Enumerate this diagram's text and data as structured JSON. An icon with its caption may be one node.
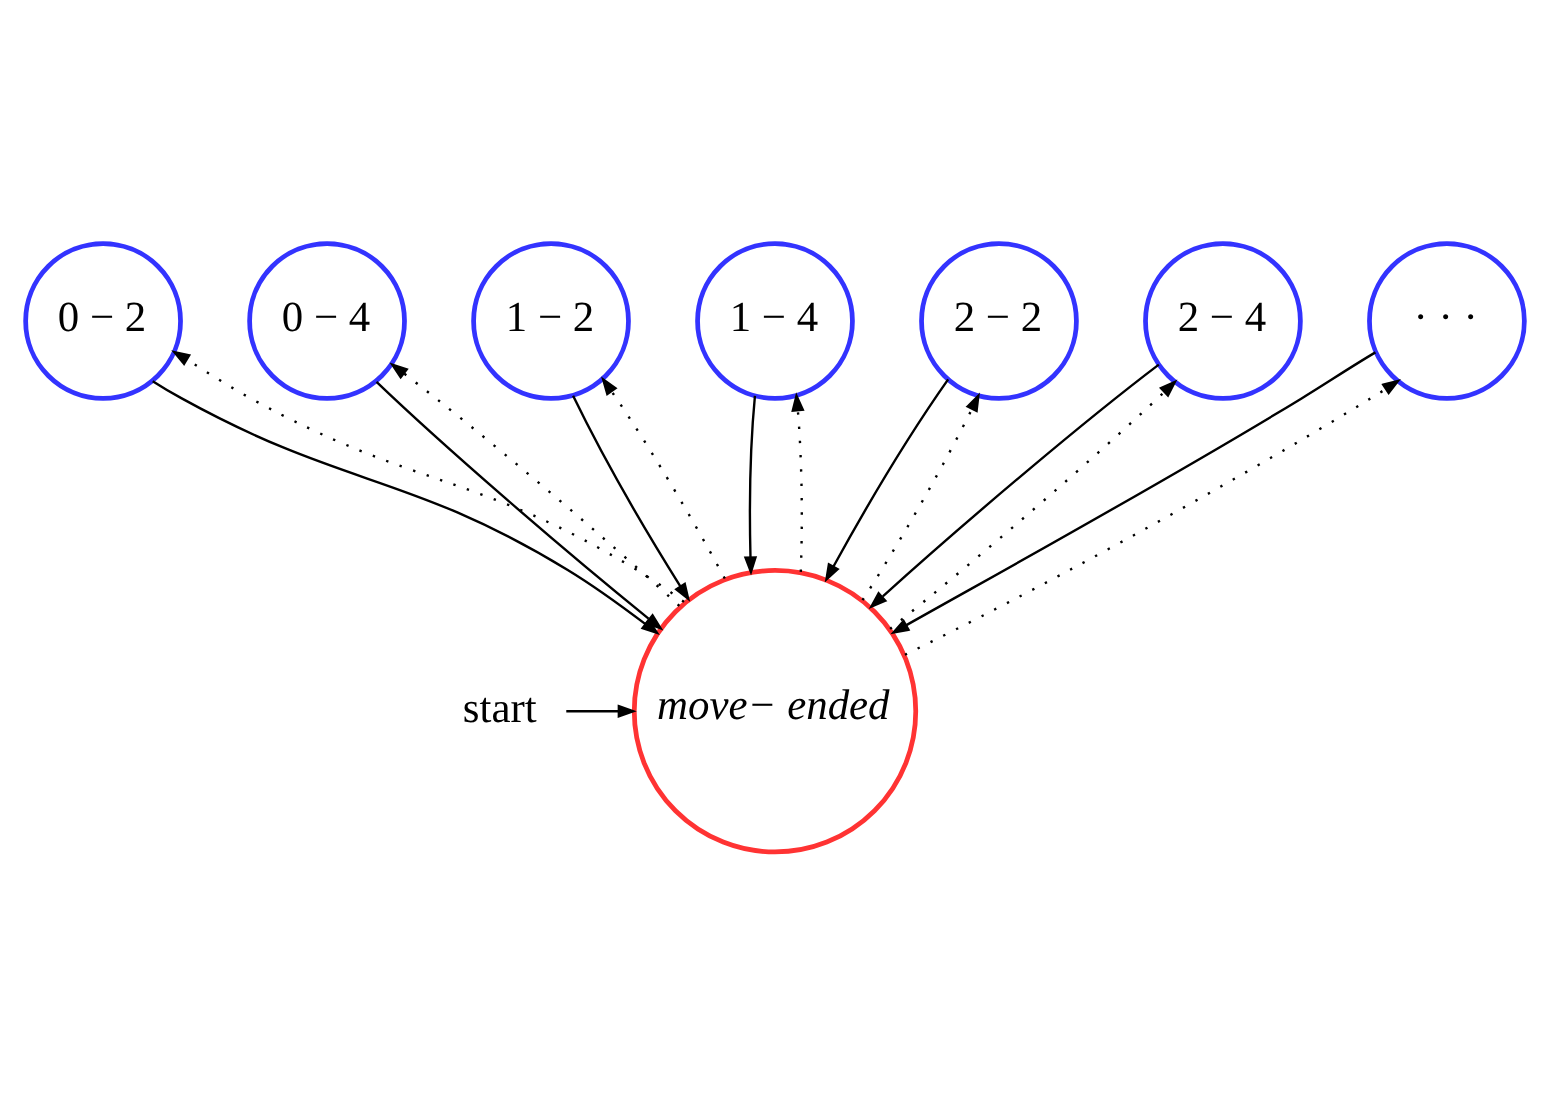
{
  "diagram": {
    "nodes": [
      {
        "text": [
          "move− ended"
        ]
      },
      {
        "text": [
          "0 − 2"
        ]
      },
      {
        "text": [
          "0 − 4"
        ]
      },
      {
        "text": [
          "1 − 2"
        ]
      },
      {
        "text": [
          "1 − 4"
        ]
      },
      {
        "text": [
          "2 − 2"
        ]
      },
      {
        "text": [
          "2 − 4"
        ]
      },
      {
        "text": [
          "· · ·"
        ]
      },
      {
        "text": [
          "start"
        ]
      }
    ],
    "edges": [
      {
        "from": 8,
        "to": 0,
        "arrow": "to"
      },
      {
        "from": 1,
        "to": 0,
        "arrow": "to"
      },
      {
        "from": 2,
        "to": 0,
        "arrow": "to"
      },
      {
        "from": 3,
        "to": 0,
        "arrow": "to"
      },
      {
        "from": 4,
        "to": 0,
        "arrow": "to"
      },
      {
        "from": 5,
        "to": 0,
        "arrow": "to"
      },
      {
        "from": 6,
        "to": 0,
        "arrow": "to"
      },
      {
        "from": 7,
        "to": 0,
        "arrow": "to"
      },
      {
        "from": 0,
        "to": 1,
        "arrow": "to",
        "style": "dashed"
      },
      {
        "from": 0,
        "to": 2,
        "arrow": "to",
        "style": "dashed"
      },
      {
        "from": 0,
        "to": 3,
        "arrow": "to",
        "style": "dashed"
      },
      {
        "from": 0,
        "to": 4,
        "arrow": "to",
        "style": "dashed"
      },
      {
        "from": 0,
        "to": 5,
        "arrow": "to",
        "style": "dashed"
      },
      {
        "from": 0,
        "to": 6,
        "arrow": "to",
        "style": "dashed"
      },
      {
        "from": 0,
        "to": 7,
        "arrow": "to",
        "style": "dashed"
      }
    ]
  }
}
